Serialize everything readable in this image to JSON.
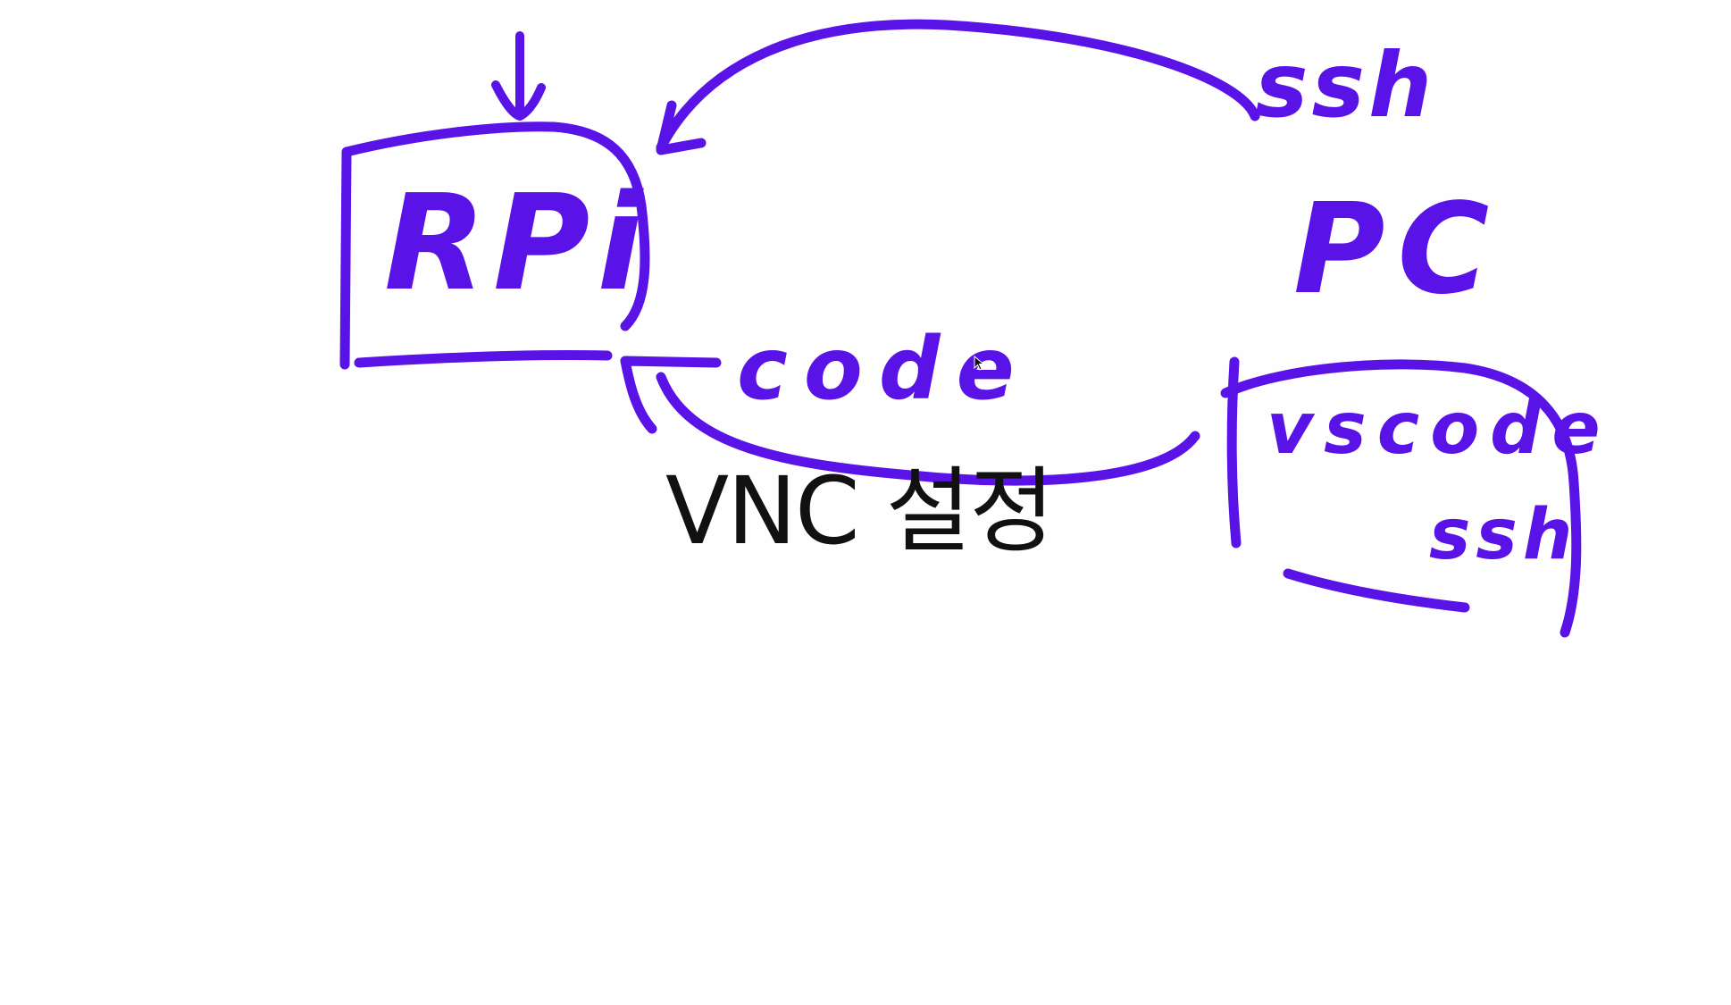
{
  "diagram": {
    "caption": "VNC 설정",
    "nodes": {
      "rpi": {
        "label": "RPi"
      },
      "pc": {
        "label": "PC"
      },
      "vscode": {
        "label": "vscode",
        "inner_label": "ssh"
      }
    },
    "edges": {
      "pc_to_rpi": {
        "label": "ssh"
      },
      "vscode_to_rpi": {
        "label": "code"
      }
    }
  },
  "colors": {
    "ink": "#5a13e6",
    "caption": "#111111",
    "background": "#fefefe"
  },
  "icons": {
    "cursor": "mouse-pointer-icon"
  }
}
